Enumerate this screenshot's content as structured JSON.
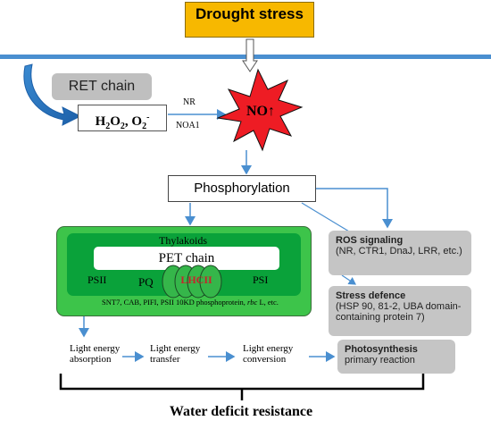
{
  "top": {
    "drought_stress": "Drought stress"
  },
  "ret_chain": "RET chain",
  "h2o2": {
    "h2o2": "H",
    "h2o2_sub": "2",
    "o2": "O",
    "o2_sub": "2",
    "comma": ", ",
    "o2b": "O",
    "o2b_sub": "2",
    "sup": "-"
  },
  "enzymes": {
    "nr": "NR",
    "noa1": "NOA1"
  },
  "no": {
    "label": "NO",
    "arrow": "↑"
  },
  "phosphorylation": "Phosphorylation",
  "thylakoids": {
    "title": "Thylakoids",
    "pet_chain": "PET chain",
    "psii": "PSII",
    "pq": "PQ",
    "lhcii": "LHCII",
    "psi": "PSI",
    "proteins_prefix": "SNT7, CAB, PIFI, PSII 10KD phosphoprotein, ",
    "proteins_rbc": "rbc",
    "proteins_suffix": " L, etc."
  },
  "flow": {
    "absorption": [
      "Light energy",
      "absorption"
    ],
    "transfer": [
      "Light energy",
      "transfer"
    ],
    "conversion": [
      "Light energy",
      "conversion"
    ]
  },
  "ros": {
    "title": "ROS signaling",
    "body": "(NR, CTR1, DnaJ, LRR, etc.)"
  },
  "stress": {
    "title": "Stress defence",
    "body": "(HSP 90, 81-2, UBA domain-containing protein 7)"
  },
  "photosynthesis": {
    "title": "Photosynthesis",
    "body": "primary reaction"
  },
  "water_deficit": "Water deficit resistance",
  "colors": {
    "membrane": "#4a8fd0",
    "arrow": "#4a8fd0",
    "thylakoid": "#3dc44a",
    "no_star": "#ee1c24",
    "drought": "#f7b800",
    "lhcii_text": "#c8242b"
  }
}
